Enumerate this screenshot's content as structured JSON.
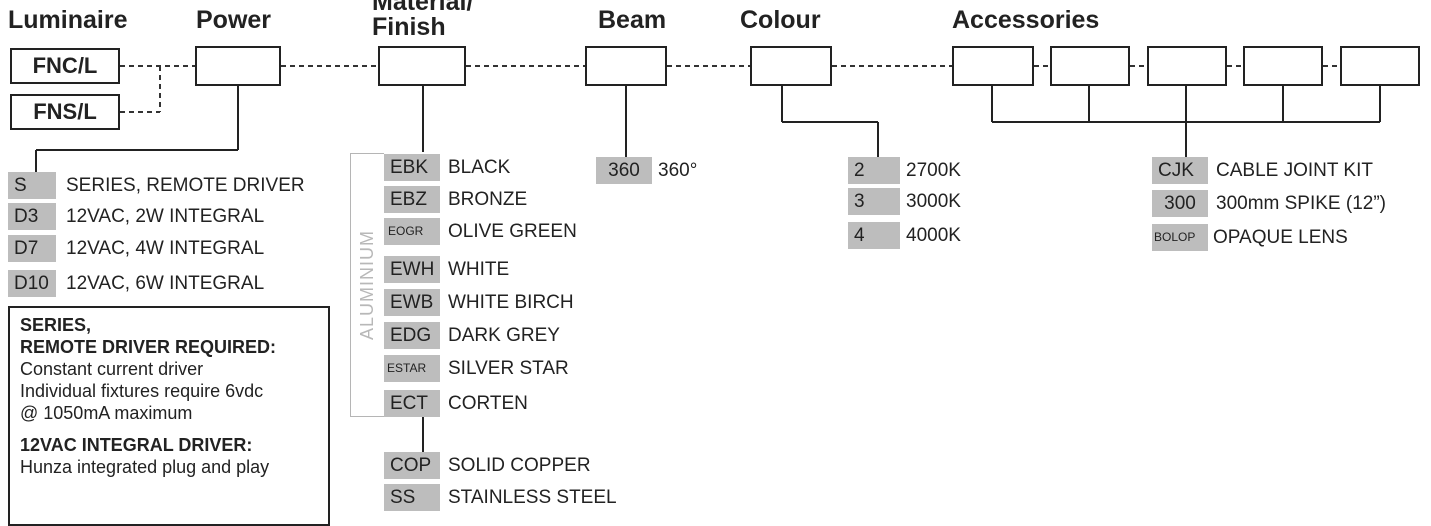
{
  "headers": {
    "luminaire": "Luminaire",
    "power": "Power",
    "material_line1": "Material/",
    "material_line2": "Finish",
    "beam": "Beam",
    "colour": "Colour",
    "accessories": "Accessories"
  },
  "luminaires": [
    "FNC/L",
    "FNS/L"
  ],
  "power_options": [
    {
      "code": "S",
      "desc": "SERIES, REMOTE DRIVER"
    },
    {
      "code": "D3",
      "desc": "12VAC, 2W INTEGRAL"
    },
    {
      "code": "D7",
      "desc": "12VAC, 4W INTEGRAL"
    },
    {
      "code": "D10",
      "desc": "12VAC, 6W INTEGRAL"
    }
  ],
  "note": {
    "title1": "SERIES,",
    "title2": "REMOTE DRIVER REQUIRED:",
    "line1": "Constant current driver",
    "line2": "Individual fixtures require 6vdc",
    "line3": "@ 1050mA maximum",
    "title3": "12VAC INTEGRAL DRIVER:",
    "line4": "Hunza integrated plug and play"
  },
  "aluminium_label": "ALUMINIUM",
  "finish_options": [
    {
      "code": "EBK",
      "desc": "BLACK"
    },
    {
      "code": "EBZ",
      "desc": "BRONZE"
    },
    {
      "code": "EOGR",
      "desc": "OLIVE GREEN"
    },
    {
      "code": "EWH",
      "desc": "WHITE"
    },
    {
      "code": "EWB",
      "desc": "WHITE BIRCH"
    },
    {
      "code": "EDG",
      "desc": "DARK GREY"
    },
    {
      "code": "ESTAR",
      "desc": "SILVER STAR"
    },
    {
      "code": "ECT",
      "desc": "CORTEN"
    }
  ],
  "other_finishes": [
    {
      "code": "COP",
      "desc": "SOLID COPPER"
    },
    {
      "code": "SS",
      "desc": "STAINLESS STEEL"
    }
  ],
  "beam_options": [
    {
      "code": "360",
      "desc": "360°"
    }
  ],
  "colour_options": [
    {
      "code": "2",
      "desc": "2700K"
    },
    {
      "code": "3",
      "desc": "3000K"
    },
    {
      "code": "4",
      "desc": "4000K"
    }
  ],
  "accessory_options": [
    {
      "code": "CJK",
      "desc": "CABLE JOINT KIT"
    },
    {
      "code": "300",
      "desc": "300mm SPIKE (12”)"
    },
    {
      "code": "BOLOP",
      "desc": "OPAQUE LENS"
    }
  ]
}
